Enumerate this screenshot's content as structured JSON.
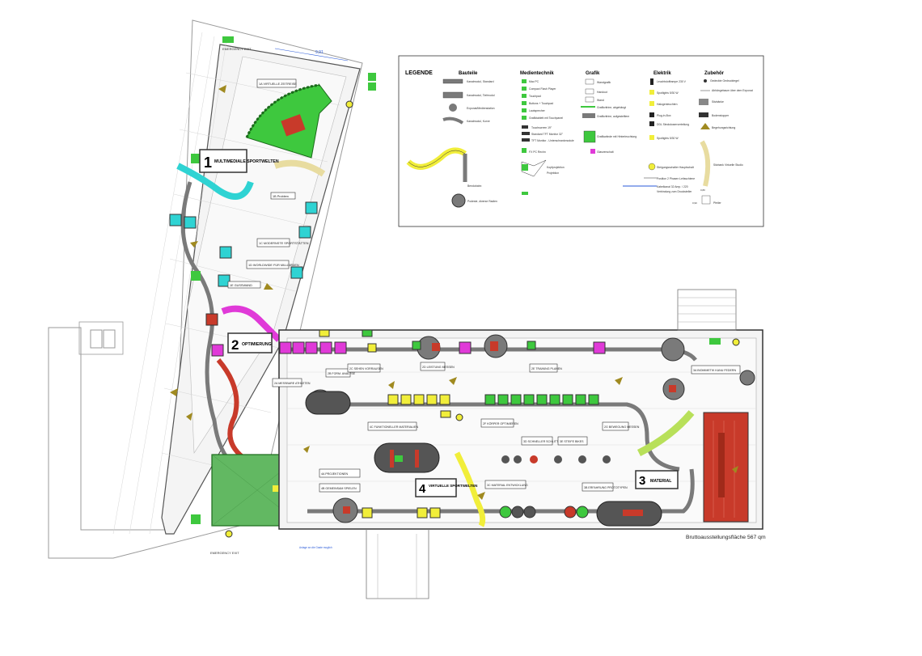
{
  "legend": {
    "title": "LEGENDE",
    "col_bauteile": "Bauteile",
    "col_medientechnik": "Medientechnik",
    "col_grafik": "Grafik",
    "col_elektrik": "Elektrik",
    "col_zubehoer": "Zubehör",
    "bauteile": [
      "Kanalmodul, Standard",
      "Kanalmodul, Tiefmodul",
      "Exponat/Medienstation",
      "Kanalmodul, Kurve",
      "Bendobahn",
      "Podeste, diverse Radien"
    ],
    "medientechnik": [
      "Mac PC",
      "Compact Flash Player",
      "Touchpad",
      "Buttons + Touchpad",
      "Lautsprecher",
      "Grafiktablett mit Touchpanel",
      "Touchscreen 19\"",
      "Standard TFT Monitor 32\"",
      "TFT Monitor - Unterschrankmodule",
      "FX PC Rechn",
      "Projektion",
      "Kopfprojektion"
    ],
    "grafik": [
      "Wandgrafik",
      "Handout",
      "Wand",
      "Grafikvitrine, abgehängt",
      "Grafikvitrine, aufgestelltem",
      "Grafikwände mit Hinterleuchtung",
      "Glasverschalt"
    ],
    "elektrik": [
      "Leuchtstofframpe 230 V",
      "Spotlights 5/30 W",
      "Halogenleuchten",
      "Plug-in-Box",
      "DDL Steckdosenverteilung",
      "Spotlights 5/30 W",
      "Steigungsschalter Hauptschalt",
      "Position 2 Phasen Leitsschiene",
      "Kabelkanal 32 Amp. / 220",
      "Verbindung zum Drucksteller"
    ],
    "zubehoer": [
      "Gedeckte Gedrucktegel",
      "Abhängebaum über dem Exponat",
      "Sitzbänke",
      "Bodenstopper",
      "Begehungsrichtung",
      "Sitzbank Virtuelle Studio",
      "Pfeiler"
    ],
    "dim_a": "0,80",
    "dim_b": "0,90"
  },
  "zones": [
    {
      "num": "1",
      "name": "MULTIMEDIALE SPORTWELTEN"
    },
    {
      "num": "2",
      "name": "OPTIMIERUNG"
    },
    {
      "num": "3",
      "name": "MATERIAL"
    },
    {
      "num": "4",
      "name": "VIRTUELLE SPORTWELTEN"
    }
  ],
  "station_labels": [
    "1A VIRTUELLE ZEITREISE",
    "1B Problem",
    "1C MODERNSTE SPORTSTÄTTEN",
    "1D WORLDWIDE FÜR MILLIARDEN",
    "1E GUSSWAND",
    "2A MESSBARE ATHLETEN",
    "2B FORM. ANALYSE",
    "2C SEHEN VORRAUSEN",
    "2D LEISTUNG MESSEN",
    "2E TRAINING PLANEN",
    "2F KÖRPER OPTIMIEREN",
    "2G BEWEGUNG MESSEN",
    "3A BIOMIMETIK KANU FEDERN",
    "3B ERFAHRUNG PROTOTYPEN",
    "3C MATERIAL ENTWICKLUNG",
    "3D SCHNELLER SCHLITTEN",
    "3E STEIFE BIKES",
    "4A PROJEKTIONEN",
    "4B GEMEINSAM SPIELEN",
    "4C FUNKTIONELLER MATERIALIEN"
  ],
  "labels": {
    "emergency_exit": "EMERGENCY EXIT",
    "area_total": "Bruttoausstellungsfläche 567 qm",
    "bottom_note": "Anlage an die Gaste moglich",
    "dim_top": "9,91"
  },
  "colors": {
    "green": "#3ec83e",
    "cyan": "#2fd3d3",
    "magenta": "#e03ad8",
    "yellow": "#f1ee3a",
    "red": "#c83a2a",
    "gray": "#7a7a7a",
    "dark": "#333333"
  }
}
